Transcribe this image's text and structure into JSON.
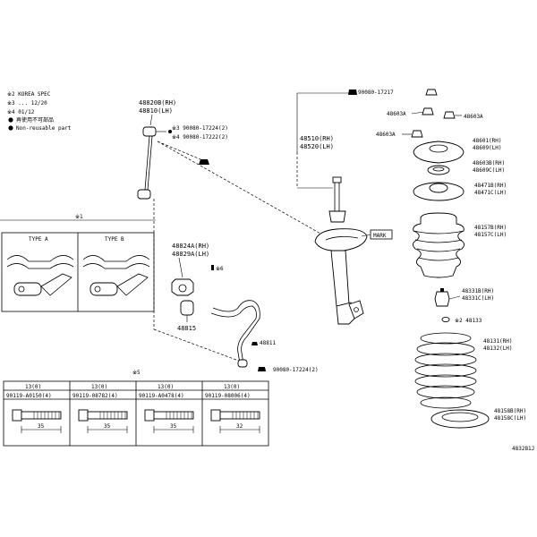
{
  "legend": {
    "line1": "※2 KOREA SPEC",
    "line2": "※3  ...      12/20",
    "line3": "※4 01/12",
    "reusable_label": "再使用不可部品",
    "nonreusable_label": "Non-reusable part"
  },
  "figure_id": "483281J",
  "labels": {
    "stab_link": "48820B(RH)\n48810(LH)",
    "nut_a": "※3  90080-17224(2)",
    "nut_b": "※4  90080-17222(2)",
    "bushing_bracket": "48824A(RH)\n48829A(LH)",
    "bracket_note": "※6",
    "bushing": "48815",
    "stab_bar": "48811",
    "nut_c": "90080-17224(2)",
    "strut_rh": "48510(RH)",
    "strut_lh": "48520(LH)",
    "top_nut": "90080-17217",
    "cap_a1": "48603A",
    "cap_a2": "48603A",
    "cap_a3": "48603A",
    "support": "48601(RH)\n48609(LH)",
    "bearing": "48603B(RH)\n48609C(LH)",
    "upper_seat": "48471B(RH)\n48471C(LH)",
    "boot": "48157B(RH)\n48157C(LH)",
    "bump": "48331B(RH)\n48331C(LH)",
    "bump_note": "※2  48133",
    "spring": "48131(RH)\n48132(LH)",
    "lower_seat": "48158B(RH)\n48158C(LH)",
    "mark": "MARK"
  },
  "inset": {
    "title": "※1",
    "type_a": "TYPE A",
    "type_b": "TYPE B"
  },
  "bolt_table": {
    "title": "※5",
    "headers": [
      "13(0)",
      "13(0)",
      "13(0)",
      "13(0)"
    ],
    "parts": [
      "90119-A0150(4)",
      "90119-08782(4)",
      "90119-A0478(4)",
      "90119-08006(4)"
    ],
    "lengths": [
      "35",
      "35",
      "35",
      "32"
    ]
  }
}
